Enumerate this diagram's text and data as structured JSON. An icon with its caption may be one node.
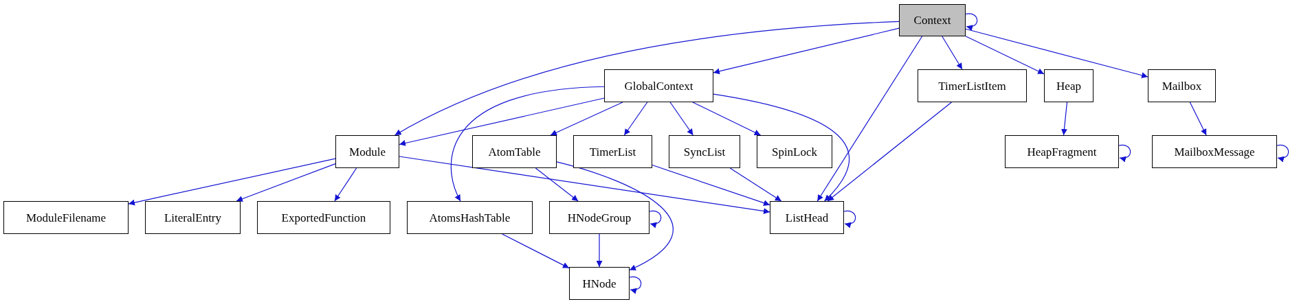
{
  "diagram": {
    "nodes": [
      {
        "text": [
          "Context"
        ]
      },
      {
        "text": [
          "GlobalContext"
        ]
      },
      {
        "text": [
          "TimerListItem"
        ]
      },
      {
        "text": [
          "Heap"
        ]
      },
      {
        "text": [
          "Mailbox"
        ]
      },
      {
        "text": [
          "Module"
        ]
      },
      {
        "text": [
          "AtomTable"
        ]
      },
      {
        "text": [
          "TimerList"
        ]
      },
      {
        "text": [
          "SyncList"
        ]
      },
      {
        "text": [
          "SpinLock"
        ]
      },
      {
        "text": [
          "HeapFragment"
        ]
      },
      {
        "text": [
          "MailboxMessage"
        ]
      },
      {
        "text": [
          "ModuleFilename"
        ]
      },
      {
        "text": [
          "LiteralEntry"
        ]
      },
      {
        "text": [
          "ExportedFunction"
        ]
      },
      {
        "text": [
          "AtomsHashTable"
        ]
      },
      {
        "text": [
          "HNodeGroup"
        ]
      },
      {
        "text": [
          "ListHead"
        ]
      },
      {
        "text": [
          "HNode"
        ]
      }
    ],
    "edges": [
      {
        "from": 0,
        "to": 0,
        "arrow": "to"
      },
      {
        "from": 0,
        "to": 5,
        "arrow": "to"
      },
      {
        "from": 0,
        "to": 1,
        "arrow": "to"
      },
      {
        "from": 0,
        "to": 17,
        "arrow": "to"
      },
      {
        "from": 0,
        "to": 2,
        "arrow": "to"
      },
      {
        "from": 0,
        "to": 3,
        "arrow": "to"
      },
      {
        "from": 0,
        "to": 4,
        "arrow": "to"
      },
      {
        "from": 1,
        "to": 5,
        "arrow": "to"
      },
      {
        "from": 1,
        "to": 15,
        "arrow": "to"
      },
      {
        "from": 1,
        "to": 6,
        "arrow": "to"
      },
      {
        "from": 1,
        "to": 7,
        "arrow": "to"
      },
      {
        "from": 1,
        "to": 8,
        "arrow": "to"
      },
      {
        "from": 1,
        "to": 9,
        "arrow": "to"
      },
      {
        "from": 1,
        "to": 17,
        "arrow": "to"
      },
      {
        "from": 2,
        "to": 17,
        "arrow": "to"
      },
      {
        "from": 3,
        "to": 10,
        "arrow": "to"
      },
      {
        "from": 10,
        "to": 10,
        "arrow": "to"
      },
      {
        "from": 4,
        "to": 11,
        "arrow": "to"
      },
      {
        "from": 11,
        "to": 11,
        "arrow": "to"
      },
      {
        "from": 5,
        "to": 12,
        "arrow": "to"
      },
      {
        "from": 5,
        "to": 13,
        "arrow": "to"
      },
      {
        "from": 5,
        "to": 14,
        "arrow": "to"
      },
      {
        "from": 5,
        "to": 17,
        "arrow": "to"
      },
      {
        "from": 6,
        "to": 16,
        "arrow": "to"
      },
      {
        "from": 6,
        "to": 18,
        "arrow": "to"
      },
      {
        "from": 7,
        "to": 17,
        "arrow": "to"
      },
      {
        "from": 8,
        "to": 17,
        "arrow": "to"
      },
      {
        "from": 15,
        "to": 18,
        "arrow": "to"
      },
      {
        "from": 16,
        "to": 16,
        "arrow": "to"
      },
      {
        "from": 16,
        "to": 18,
        "arrow": "to"
      },
      {
        "from": 17,
        "to": 17,
        "arrow": "to"
      },
      {
        "from": 18,
        "to": 18,
        "arrow": "to"
      }
    ]
  }
}
